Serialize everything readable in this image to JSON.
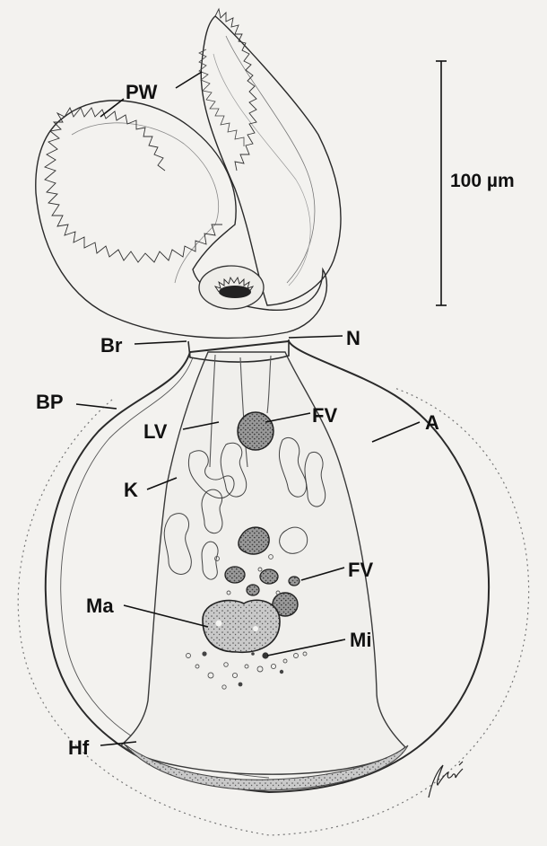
{
  "labels": {
    "pw": "PW",
    "br": "Br",
    "n": "N",
    "bp": "BP",
    "lv": "LV",
    "fv_top": "FV",
    "a": "A",
    "k": "K",
    "fv_bottom": "FV",
    "ma": "Ma",
    "mi": "Mi",
    "hf": "Hf"
  },
  "scale_bar": {
    "value": 100,
    "text": "100 µm"
  },
  "signature": "artist signature (handwritten)",
  "colors": {
    "background": "#f3f2ef",
    "ink": "#2a2a2a"
  }
}
